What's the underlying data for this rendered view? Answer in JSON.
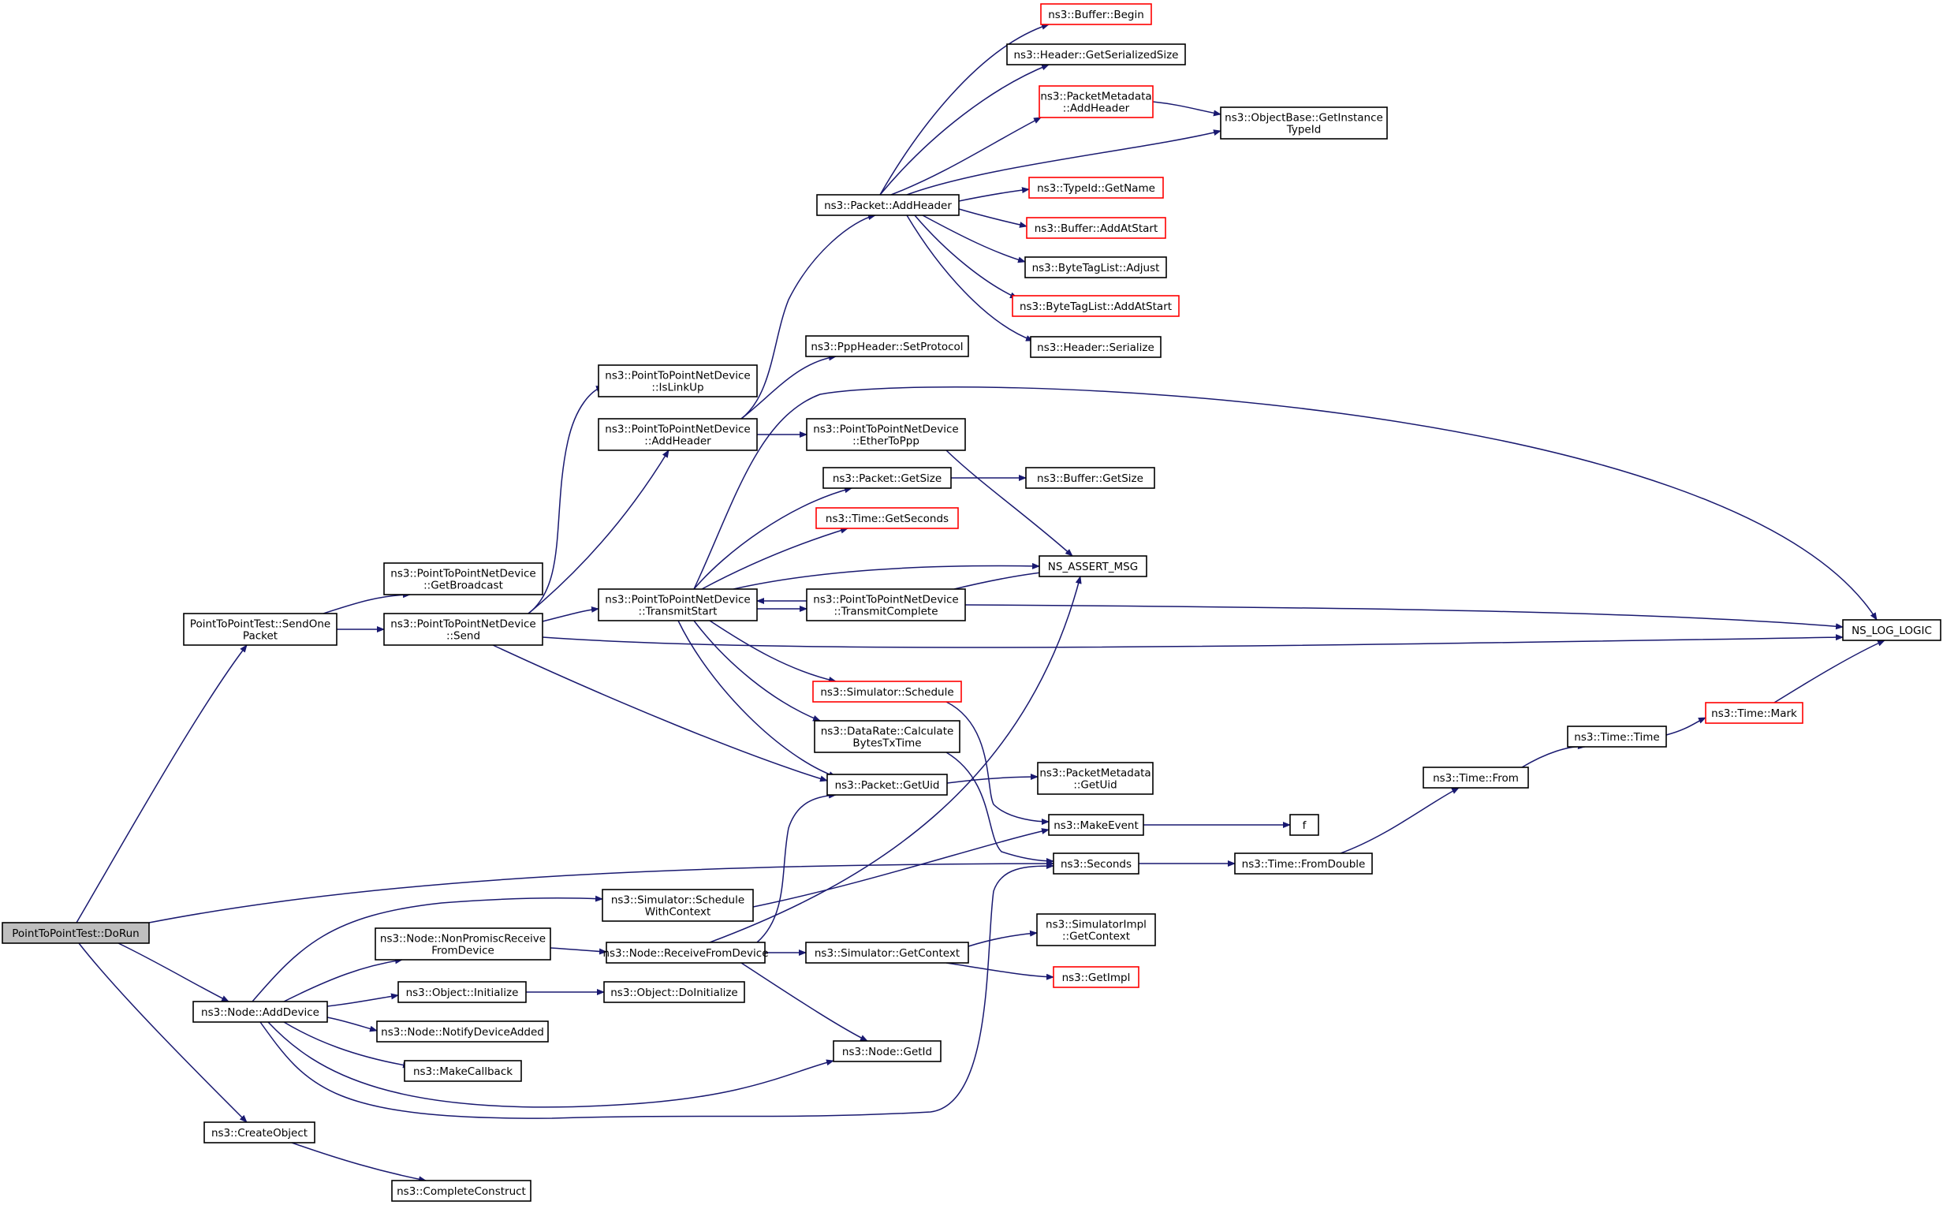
{
  "colors": {
    "edge": "#191970",
    "node_border": "#000000",
    "truncated_border": "#ff0000",
    "root_fill": "#bfbfbf",
    "background": "#ffffff"
  },
  "nodes": [
    {
      "id": "dorun",
      "label": [
        "PointToPointTest::DoRun"
      ],
      "root": true
    },
    {
      "id": "sendone",
      "label": [
        "PointToPointTest::SendOne",
        "Packet"
      ]
    },
    {
      "id": "adddevice",
      "label": [
        "ns3::Node::AddDevice"
      ]
    },
    {
      "id": "createobject",
      "label": [
        "ns3::CreateObject"
      ]
    },
    {
      "id": "getbroadcast",
      "label": [
        "ns3::PointToPointNetDevice",
        "::GetBroadcast"
      ]
    },
    {
      "id": "send",
      "label": [
        "ns3::PointToPointNetDevice",
        "::Send"
      ]
    },
    {
      "id": "islinkup",
      "label": [
        "ns3::PointToPointNetDevice",
        "::IsLinkUp"
      ]
    },
    {
      "id": "p2paddheader",
      "label": [
        "ns3::PointToPointNetDevice",
        "::AddHeader"
      ]
    },
    {
      "id": "transmitstart",
      "label": [
        "ns3::PointToPointNetDevice",
        "::TransmitStart"
      ]
    },
    {
      "id": "schedulewithcontext",
      "label": [
        "ns3::Simulator::Schedule",
        "WithContext"
      ]
    },
    {
      "id": "nonpromisc",
      "label": [
        "ns3::Node::NonPromiscReceive",
        "FromDevice"
      ]
    },
    {
      "id": "receivefromdevice",
      "label": [
        "ns3::Node::ReceiveFromDevice"
      ]
    },
    {
      "id": "initialize",
      "label": [
        "ns3::Object::Initialize"
      ]
    },
    {
      "id": "doinitialize",
      "label": [
        "ns3::Object::DoInitialize"
      ]
    },
    {
      "id": "notifydeviceadded",
      "label": [
        "ns3::Node::NotifyDeviceAdded"
      ]
    },
    {
      "id": "makecallback",
      "label": [
        "ns3::MakeCallback"
      ]
    },
    {
      "id": "completeconstruct",
      "label": [
        "ns3::CompleteConstruct"
      ]
    },
    {
      "id": "packetaddheader",
      "label": [
        "ns3::Packet::AddHeader"
      ]
    },
    {
      "id": "setprotocol",
      "label": [
        "ns3::PppHeader::SetProtocol"
      ]
    },
    {
      "id": "ethertoppp",
      "label": [
        "ns3::PointToPointNetDevice",
        "::EtherToPpp"
      ]
    },
    {
      "id": "packetgetsize",
      "label": [
        "ns3::Packet::GetSize"
      ]
    },
    {
      "id": "getseconds",
      "label": [
        "ns3::Time::GetSeconds"
      ],
      "truncated": true
    },
    {
      "id": "transmitcomplete",
      "label": [
        "ns3::PointToPointNetDevice",
        "::TransmitComplete"
      ]
    },
    {
      "id": "schedule",
      "label": [
        "ns3::Simulator::Schedule"
      ],
      "truncated": true
    },
    {
      "id": "calculate",
      "label": [
        "ns3::DataRate::Calculate",
        "BytesTxTime"
      ]
    },
    {
      "id": "packetgetuid",
      "label": [
        "ns3::Packet::GetUid"
      ]
    },
    {
      "id": "getcontext",
      "label": [
        "ns3::Simulator::GetContext"
      ]
    },
    {
      "id": "nodegetid",
      "label": [
        "ns3::Node::GetId"
      ]
    },
    {
      "id": "bufferbegin",
      "label": [
        "ns3::Buffer::Begin"
      ],
      "truncated": true
    },
    {
      "id": "getserializedsize",
      "label": [
        "ns3::Header::GetSerializedSize"
      ]
    },
    {
      "id": "pmaddheader",
      "label": [
        "ns3::PacketMetadata",
        "::AddHeader"
      ],
      "truncated": true
    },
    {
      "id": "getinstancetypeid",
      "label": [
        "ns3::ObjectBase::GetInstance",
        "TypeId"
      ]
    },
    {
      "id": "typeidgetname",
      "label": [
        "ns3::TypeId::GetName"
      ],
      "truncated": true
    },
    {
      "id": "bufferaddatstart",
      "label": [
        "ns3::Buffer::AddAtStart"
      ],
      "truncated": true
    },
    {
      "id": "bytetagadjust",
      "label": [
        "ns3::ByteTagList::Adjust"
      ]
    },
    {
      "id": "bytetagaddatstart",
      "label": [
        "ns3::ByteTagList::AddAtStart"
      ],
      "truncated": true
    },
    {
      "id": "headerserialize",
      "label": [
        "ns3::Header::Serialize"
      ]
    },
    {
      "id": "buffergetsize",
      "label": [
        "ns3::Buffer::GetSize"
      ]
    },
    {
      "id": "nsassert",
      "label": [
        "NS_ASSERT_MSG"
      ]
    },
    {
      "id": "pmgetuid",
      "label": [
        "ns3::PacketMetadata",
        "::GetUid"
      ]
    },
    {
      "id": "makeevent",
      "label": [
        "ns3::MakeEvent"
      ]
    },
    {
      "id": "seconds",
      "label": [
        "ns3::Seconds"
      ]
    },
    {
      "id": "simimplgetcontext",
      "label": [
        "ns3::SimulatorImpl",
        "::GetContext"
      ]
    },
    {
      "id": "getimpl",
      "label": [
        "ns3::GetImpl"
      ],
      "truncated": true
    },
    {
      "id": "f",
      "label": [
        "f"
      ]
    },
    {
      "id": "fromdouble",
      "label": [
        "ns3::Time::FromDouble"
      ]
    },
    {
      "id": "timefrom",
      "label": [
        "ns3::Time::From"
      ]
    },
    {
      "id": "timetime",
      "label": [
        "ns3::Time::Time"
      ]
    },
    {
      "id": "timemark",
      "label": [
        "ns3::Time::Mark"
      ],
      "truncated": true
    },
    {
      "id": "nslog",
      "label": [
        "NS_LOG_LOGIC"
      ]
    }
  ]
}
